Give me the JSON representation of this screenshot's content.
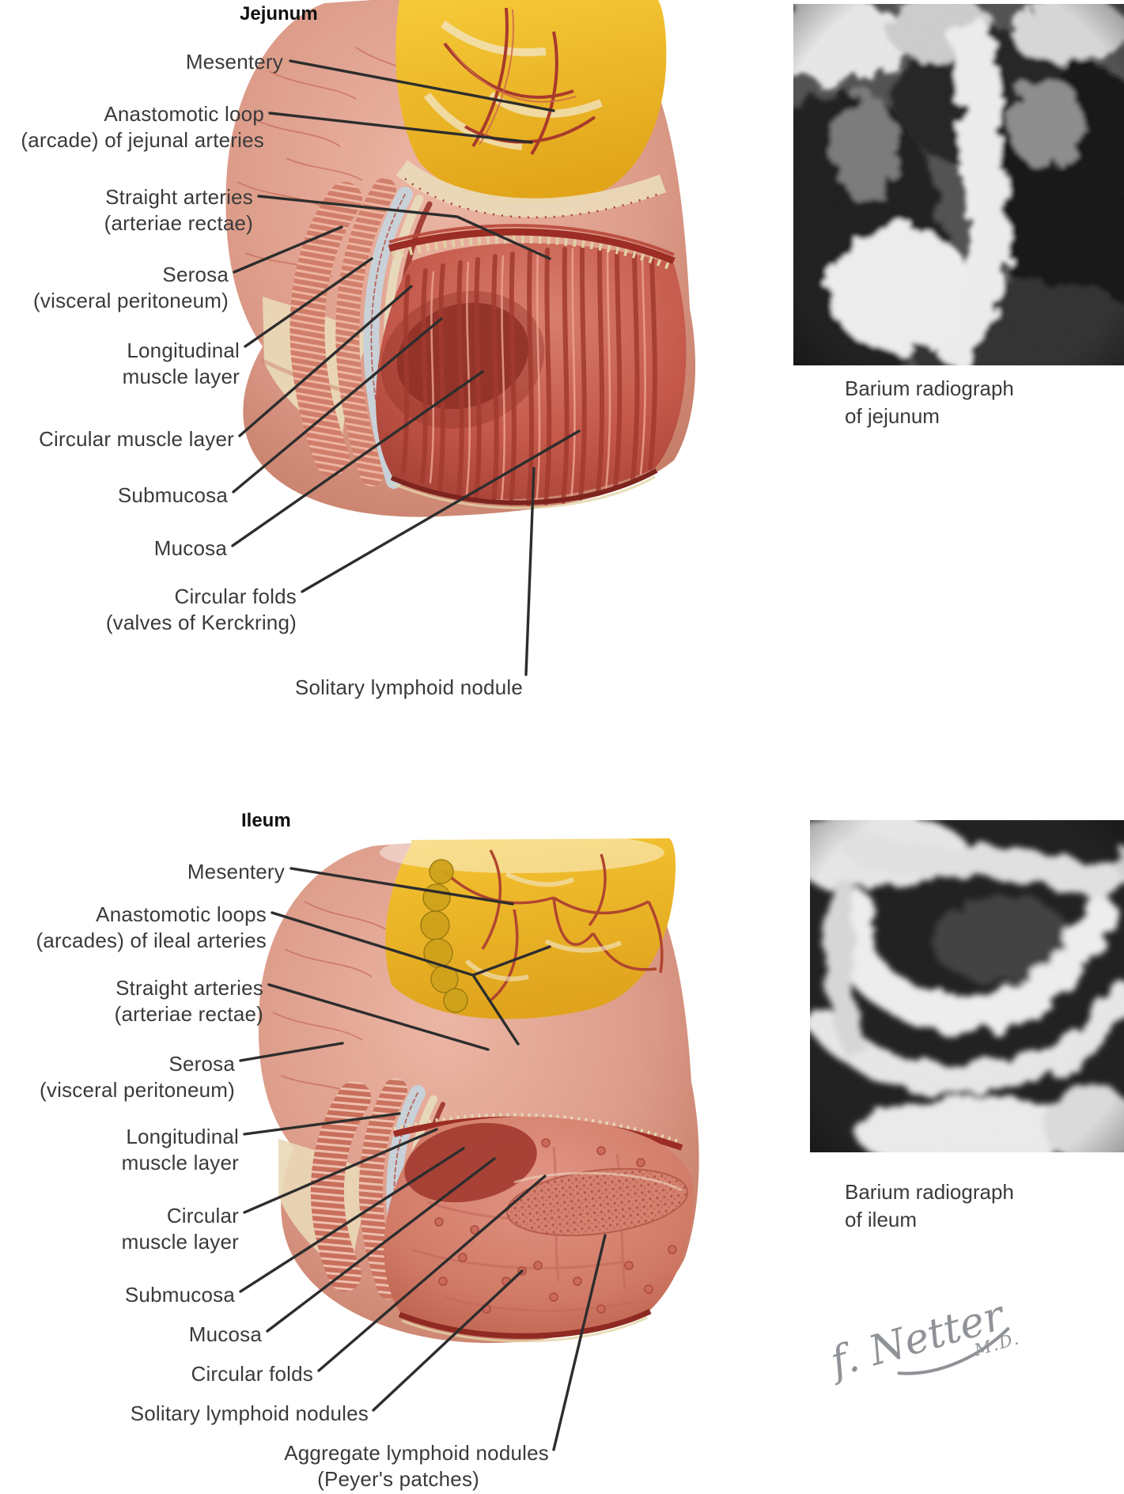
{
  "jejunum": {
    "title": "Jejunum",
    "labels": [
      {
        "lines": [
          "Mesentery"
        ]
      },
      {
        "lines": [
          "Anastomotic loop",
          "(arcade) of jejunal arteries"
        ]
      },
      {
        "lines": [
          "Straight arteries",
          "(arteriae rectae)"
        ]
      },
      {
        "lines": [
          "Serosa",
          "(visceral peritoneum)"
        ]
      },
      {
        "lines": [
          "Longitudinal",
          "muscle layer"
        ]
      },
      {
        "lines": [
          "Circular muscle layer"
        ]
      },
      {
        "lines": [
          "Submucosa"
        ]
      },
      {
        "lines": [
          "Mucosa"
        ]
      },
      {
        "lines": [
          "Circular folds",
          "(valves of Kerckring)"
        ]
      },
      {
        "lines": [
          "Solitary lymphoid nodule"
        ]
      }
    ],
    "radiograph_caption": {
      "line1": "Barium radiograph",
      "line2": "of jejunum"
    }
  },
  "ileum": {
    "title": "Ileum",
    "labels": [
      {
        "lines": [
          "Mesentery"
        ]
      },
      {
        "lines": [
          "Anastomotic loops",
          "(arcades) of ileal arteries"
        ]
      },
      {
        "lines": [
          "Straight arteries",
          "(arteriae rectae)"
        ]
      },
      {
        "lines": [
          "Serosa",
          "(visceral peritoneum)"
        ]
      },
      {
        "lines": [
          "Longitudinal",
          "muscle layer"
        ]
      },
      {
        "lines": [
          "Circular",
          "muscle layer"
        ]
      },
      {
        "lines": [
          "Submucosa"
        ]
      },
      {
        "lines": [
          "Mucosa"
        ]
      },
      {
        "lines": [
          "Circular folds"
        ]
      },
      {
        "lines": [
          "Solitary lymphoid nodules"
        ]
      },
      {
        "lines": [
          "Aggregate lymphoid nodules",
          "(Peyer's patches)"
        ]
      }
    ],
    "radiograph_caption": {
      "line1": "Barium radiograph",
      "line2": "of ileum"
    }
  },
  "signature": {
    "name": "f. Netter",
    "credentials": "M.D."
  },
  "colors": {
    "label_text": "#3a3a3a",
    "title_text": "#101010",
    "leader_line": "#2d2d2d",
    "serosa_pink": "#dd9c8a",
    "mesentery_fat_yellow": "#f2c02c",
    "interior_red": "#c05a4e",
    "submucosa_gray": "#c6cfd7",
    "dark_rim_red": "#9c2d24",
    "signature_gray": "#8f9296"
  }
}
